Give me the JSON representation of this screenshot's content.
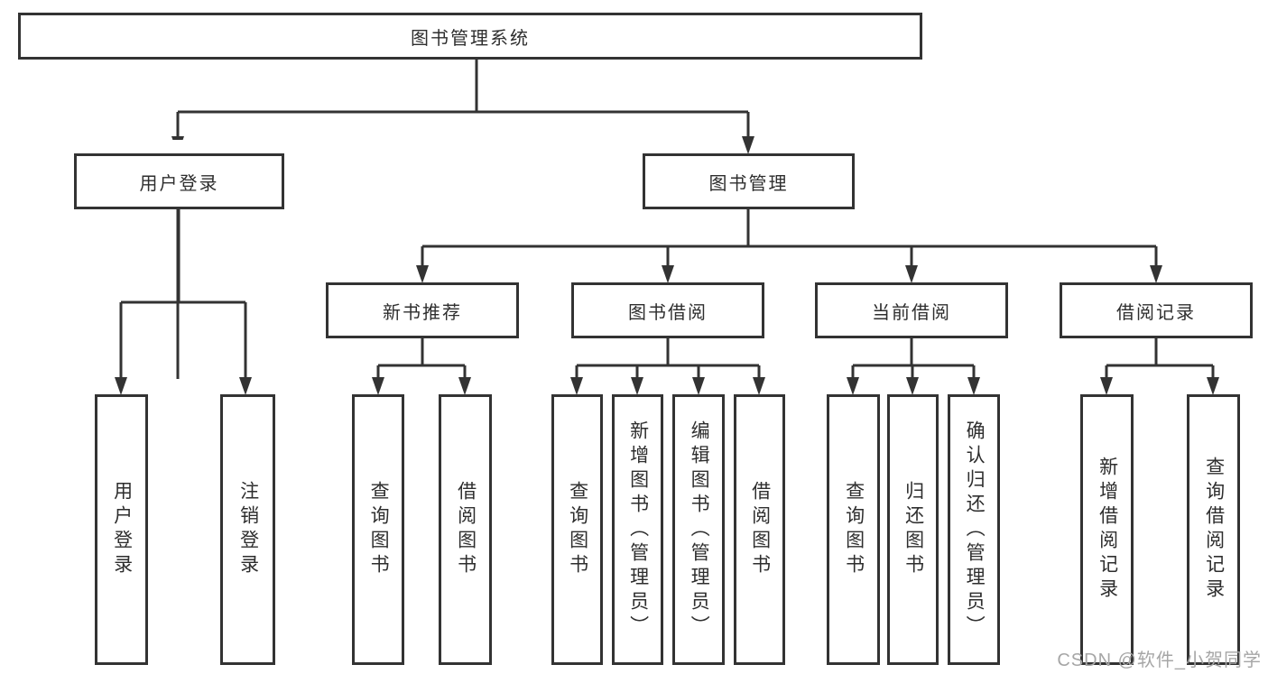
{
  "tree": {
    "root": {
      "label": "图书管理系统"
    },
    "children": [
      {
        "label": "用户登录",
        "children": [
          {
            "label": "用户登录"
          },
          {
            "label": "注销登录"
          }
        ]
      },
      {
        "label": "图书管理",
        "children": [
          {
            "label": "新书推荐",
            "children": [
              {
                "label": "查询图书"
              },
              {
                "label": "借阅图书"
              }
            ]
          },
          {
            "label": "图书借阅",
            "children": [
              {
                "label": "查询图书"
              },
              {
                "label": "新增图书（管理员）"
              },
              {
                "label": "编辑图书（管理员）"
              },
              {
                "label": "借阅图书"
              }
            ]
          },
          {
            "label": "当前借阅",
            "children": [
              {
                "label": "查询图书"
              },
              {
                "label": "归还图书"
              },
              {
                "label": "确认归还（管理员）"
              }
            ]
          },
          {
            "label": "借阅记录",
            "children": [
              {
                "label": "新增借阅记录"
              },
              {
                "label": "查询借阅记录"
              }
            ]
          }
        ]
      }
    ]
  },
  "watermark": {
    "text": "CSDN @软件_小贺同学"
  },
  "colors": {
    "line": "#333333",
    "border": "#333333",
    "text": "#2e2e2e",
    "watermark": "#a6a6a6",
    "background": "#ffffff"
  }
}
